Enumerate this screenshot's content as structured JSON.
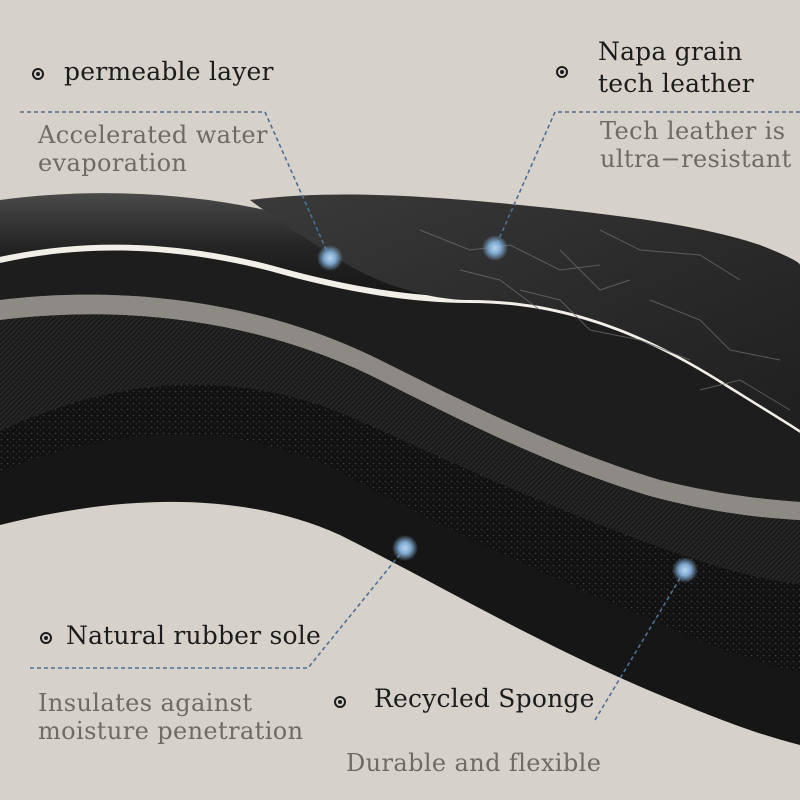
{
  "callouts": {
    "permeable": {
      "title": "permeable layer",
      "description": "Accelerated water evaporation",
      "description_lines": [
        "Accelerated water",
        "evaporation"
      ]
    },
    "napa": {
      "title_lines": [
        "Napa grain",
        "tech leather"
      ],
      "description_lines": [
        "Tech leather is",
        "ultra−resistant"
      ]
    },
    "rubber": {
      "title": "Natural rubber sole",
      "description_lines": [
        "Insulates against",
        "moisture penetration"
      ]
    },
    "sponge": {
      "title": "Recycled Sponge",
      "description": "Durable and flexible"
    }
  },
  "colors": {
    "background": "#d6d2cb",
    "leader_line": "#4f6f92",
    "marker": "#7fa8d0",
    "title_text": "#1c1c1c",
    "description_text": "#6e6a66"
  },
  "icons": {
    "bullet": "target-bullet-icon",
    "marker": "hotspot-dot-icon"
  }
}
